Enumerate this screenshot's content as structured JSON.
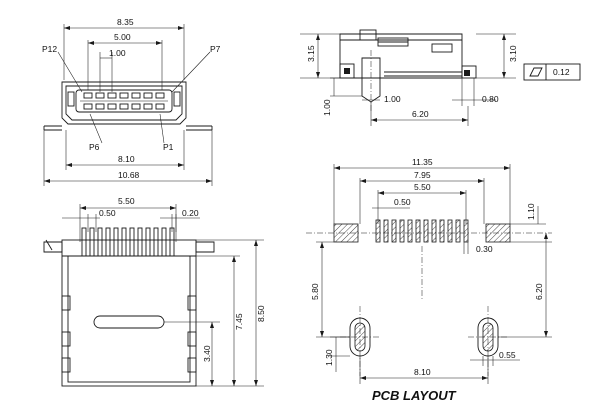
{
  "front_view": {
    "overall_width": "8.35",
    "pin_span": "5.00",
    "pin_pitch": "1.00",
    "label_p12": "P12",
    "label_p7": "P7",
    "label_p6": "P6",
    "label_p1": "P1",
    "foot_span": "8.10",
    "overall_length": "10.68"
  },
  "side_view": {
    "height_left": "3.15",
    "height_right": "3.10",
    "flatness_value": "0.12",
    "standoff": "1.00",
    "post_width": "1.00",
    "lead_length": "0.80",
    "post_span": "6.20"
  },
  "top_view": {
    "pin_span": "5.50",
    "pin_pitch": "0.50",
    "pin_width": "0.20",
    "body_length": "8.50",
    "pin_to_body": "7.45",
    "slot_offset": "3.40"
  },
  "pcb_layout": {
    "title": "PCB LAYOUT",
    "overall_width": "11.35",
    "pad_span": "7.95",
    "pin_span": "5.50",
    "pin_pitch": "0.50",
    "pad_height": "1.10",
    "pad_width": "0.30",
    "vertical_span": "5.80",
    "hole_span_vertical": "6.20",
    "slot_width": "1.30",
    "hole_span": "8.10",
    "slot_diameter": "0.55"
  }
}
